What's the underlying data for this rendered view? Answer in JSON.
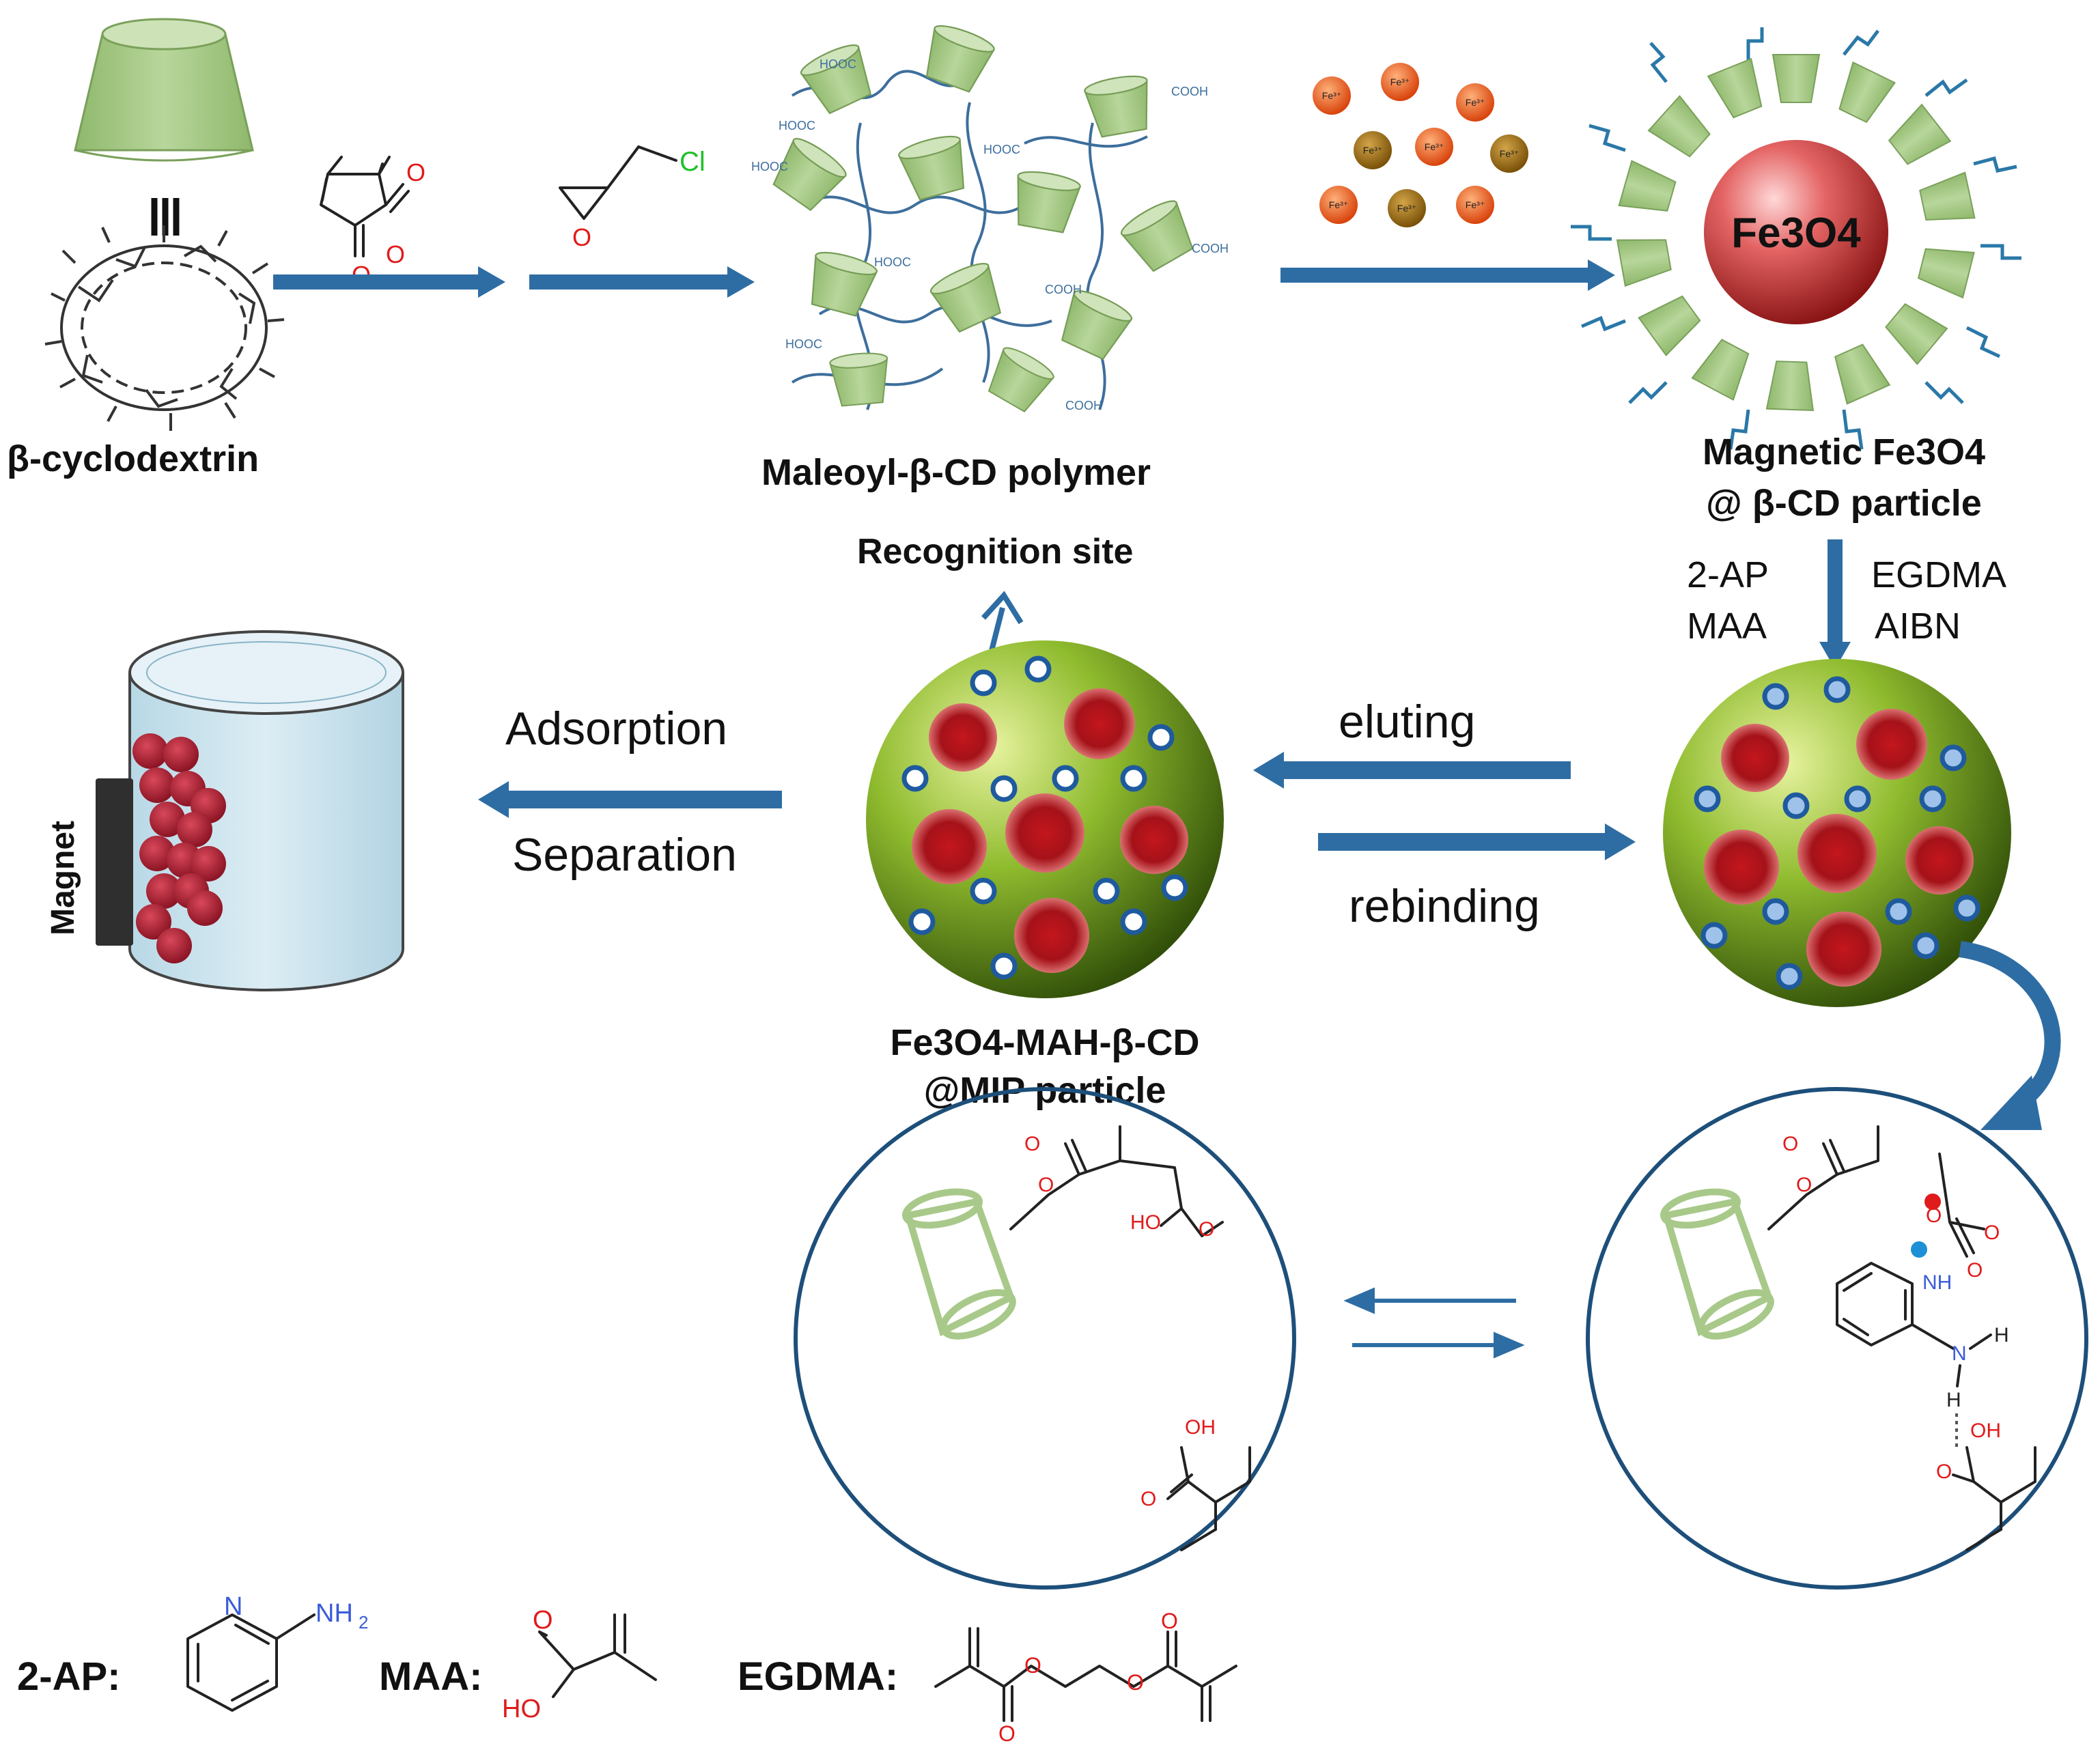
{
  "colors": {
    "arrow": "#2e6da4",
    "green_sphere": "#6e9a1e",
    "red_dot": "#b0151c",
    "cd_green": "#a8c98a",
    "circle_border": "#1d4f7a",
    "fe3o4_red": "#c93a3a"
  },
  "labels": {
    "beta_cd": "β-cyclodextrin",
    "polymer": "Maleoyl-β-CD polymer",
    "magnetic_line1": "Magnetic Fe3O4",
    "magnetic_line2": "@ β-CD particle",
    "fe3o4_core": "Fe3O4",
    "recognition": "Recognition site",
    "reagent_2ap": "2-AP",
    "reagent_maa": "MAA",
    "reagent_egdma": "EGDMA",
    "reagent_aibn": "AIBN",
    "eluting": "eluting",
    "rebinding": "rebinding",
    "adsorption": "Adsorption",
    "separation": "Separation",
    "magnet": "Magnet",
    "mip_line1": "Fe3O4-MAH-β-CD",
    "mip_line2": "@MIP particle",
    "ion": "Fe³⁺",
    "cl": "Cl",
    "o": "O",
    "hooc": "HOOC",
    "cooh": "COOH",
    "ho": "HO",
    "oh": "OH",
    "nh": "NH",
    "n": "N",
    "nh2": "NH",
    "h": "H",
    "legend_2ap": "2-AP:",
    "legend_maa": "MAA:",
    "legend_egdma": "EGDMA:"
  }
}
